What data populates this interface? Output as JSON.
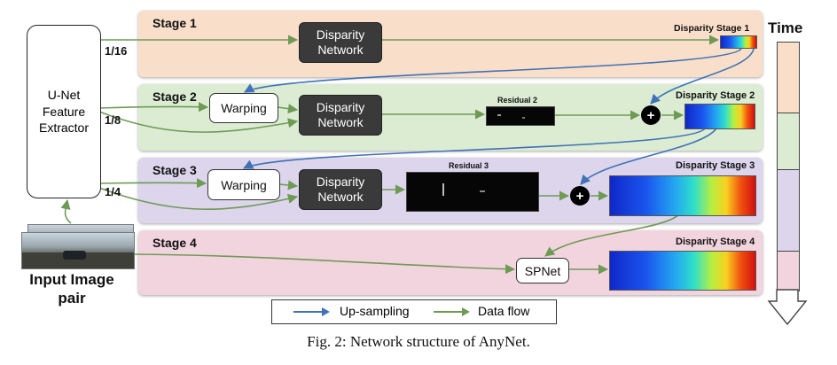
{
  "colors": {
    "stage1": "#f9dfc9",
    "stage2": "#dbecd3",
    "stage3": "#dcd5ec",
    "stage4": "#f2d4de",
    "upsampling_arrow": "#3f72b6",
    "data_flow_arrow": "#6f9a55"
  },
  "input": {
    "label": "Input Image pair"
  },
  "feature_extractor": {
    "label": "U-Net Feature Extractor"
  },
  "scales": [
    "1/16",
    "1/8",
    "1/4"
  ],
  "stages": [
    {
      "label": "Stage 1",
      "network": "Disparity Network",
      "output": "Disparity Stage 1"
    },
    {
      "label": "Stage 2",
      "warping": "Warping",
      "network": "Disparity Network",
      "residual": "Residual 2",
      "output": "Disparity Stage 2"
    },
    {
      "label": "Stage 3",
      "warping": "Warping",
      "network": "Disparity Network",
      "residual": "Residual 3",
      "output": "Disparity Stage 3"
    },
    {
      "label": "Stage 4",
      "refiner": "SPNet",
      "output": "Disparity Stage 4"
    }
  ],
  "operators": {
    "add": "+"
  },
  "timeline": {
    "label": "Time",
    "icon": "down-arrow-icon"
  },
  "legend": {
    "upsampling": "Up-sampling",
    "dataflow": "Data flow"
  },
  "caption": "Fig. 2: Network structure of AnyNet."
}
